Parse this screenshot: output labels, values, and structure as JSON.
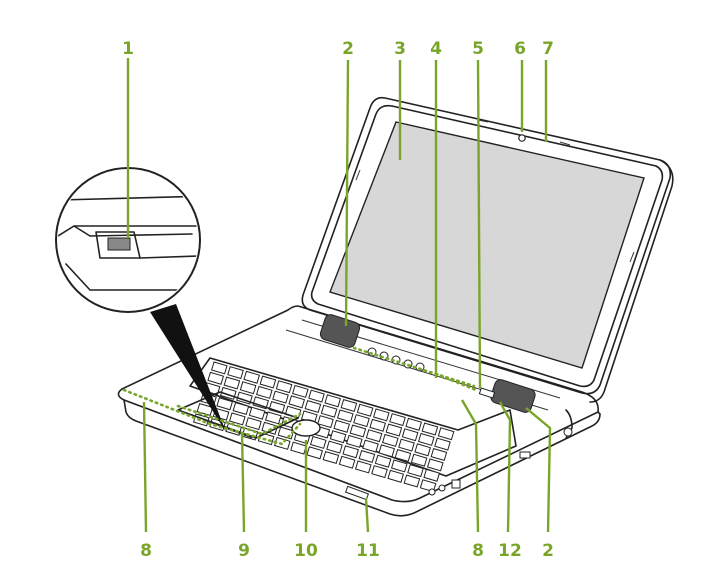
{
  "figure": {
    "subject": "laptop",
    "callout_color": "#7aa52b",
    "callouts": {
      "c1": "1",
      "c2_top": "2",
      "c3": "3",
      "c4": "4",
      "c5": "5",
      "c6": "6",
      "c7": "7",
      "c8_left": "8",
      "c9": "9",
      "c10": "10",
      "c11": "11",
      "c8_right": "8",
      "c12": "12",
      "c2_bottom": "2"
    }
  }
}
